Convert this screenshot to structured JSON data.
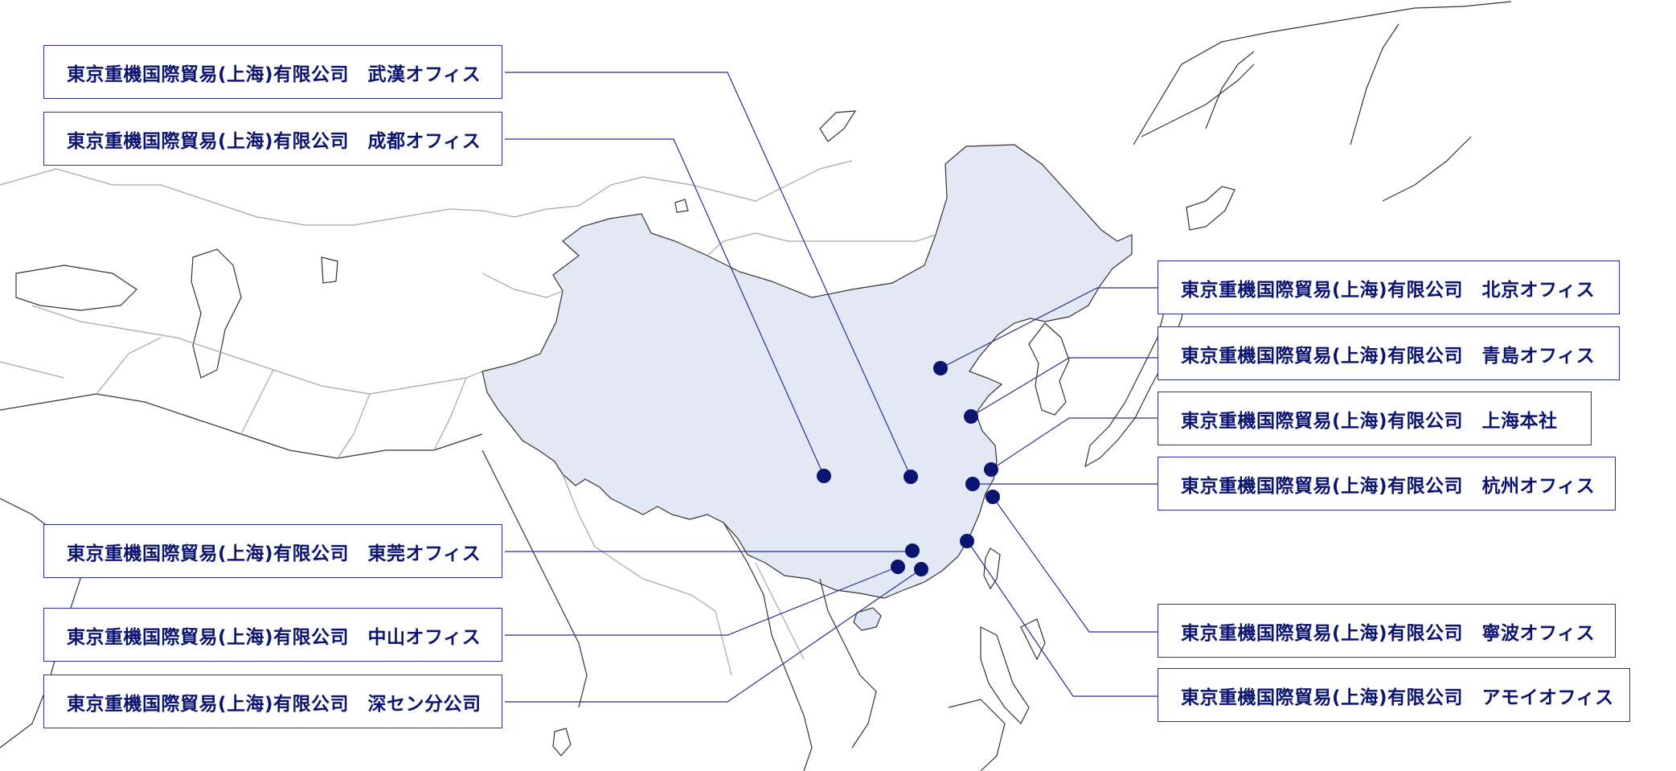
{
  "colors": {
    "china_fill": "#e3e8f5",
    "border": "#a6a6a6",
    "coast": "#333333",
    "accent": "#0b1470",
    "leader_line": "#2b2f8f"
  },
  "offices": [
    {
      "id": "wuhan",
      "label": "東京重機国際貿易(上海)有限公司　武漢オフィス"
    },
    {
      "id": "chengdu",
      "label": "東京重機国際貿易(上海)有限公司　成都オフィス"
    },
    {
      "id": "beijing",
      "label": "東京重機国際貿易(上海)有限公司　北京オフィス"
    },
    {
      "id": "qingdao",
      "label": "東京重機国際貿易(上海)有限公司　青島オフィス"
    },
    {
      "id": "shanghai",
      "label": "東京重機国際貿易(上海)有限公司　上海本社"
    },
    {
      "id": "hangzhou",
      "label": "東京重機国際貿易(上海)有限公司　杭州オフィス"
    },
    {
      "id": "dongguan",
      "label": "東京重機国際貿易(上海)有限公司　東莞オフィス"
    },
    {
      "id": "zhongshan",
      "label": "東京重機国際貿易(上海)有限公司　中山オフィス"
    },
    {
      "id": "shenzhen",
      "label": "東京重機国際貿易(上海)有限公司　深セン分公司"
    },
    {
      "id": "ningbo",
      "label": "東京重機国際貿易(上海)有限公司　寧波オフィス"
    },
    {
      "id": "xiamen",
      "label": "東京重機国際貿易(上海)有限公司　アモイオフィス"
    }
  ]
}
